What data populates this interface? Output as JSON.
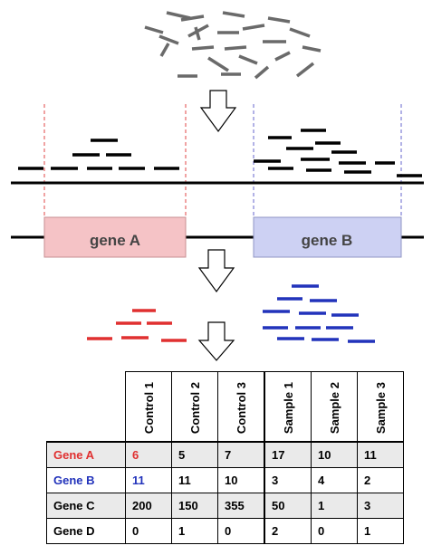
{
  "genes": [
    {
      "label": "gene A",
      "fill": "#f5c3c6",
      "stroke": "#c88f93"
    },
    {
      "label": "gene B",
      "fill": "#cdd1f3",
      "stroke": "#9095c5"
    }
  ],
  "colors": {
    "read_gray": "#6a6a6a",
    "read_black": "#000000",
    "gene_a_red": "#e03030",
    "gene_b_blue": "#2233bb",
    "guide_red": "#e04444",
    "guide_blue": "#6666cc"
  },
  "table": {
    "columns": [
      "Control 1",
      "Control 2",
      "Control 3",
      "Sample 1",
      "Sample 2",
      "Sample 3"
    ],
    "rows": [
      {
        "name": "Gene A",
        "name_color": "#e03030",
        "first_color": "#e03030",
        "values": [
          "6",
          "5",
          "7",
          "17",
          "10",
          "11"
        ]
      },
      {
        "name": "Gene B",
        "name_color": "#2233bb",
        "first_color": "#2233bb",
        "values": [
          "11",
          "11",
          "10",
          "3",
          "4",
          "2"
        ]
      },
      {
        "name": "Gene C",
        "name_color": "#000000",
        "first_color": "#000000",
        "values": [
          "200",
          "150",
          "355",
          "50",
          "1",
          "3"
        ]
      },
      {
        "name": "Gene D",
        "name_color": "#000000",
        "first_color": "#000000",
        "values": [
          "0",
          "1",
          "0",
          "2",
          "0",
          "1"
        ]
      }
    ]
  }
}
